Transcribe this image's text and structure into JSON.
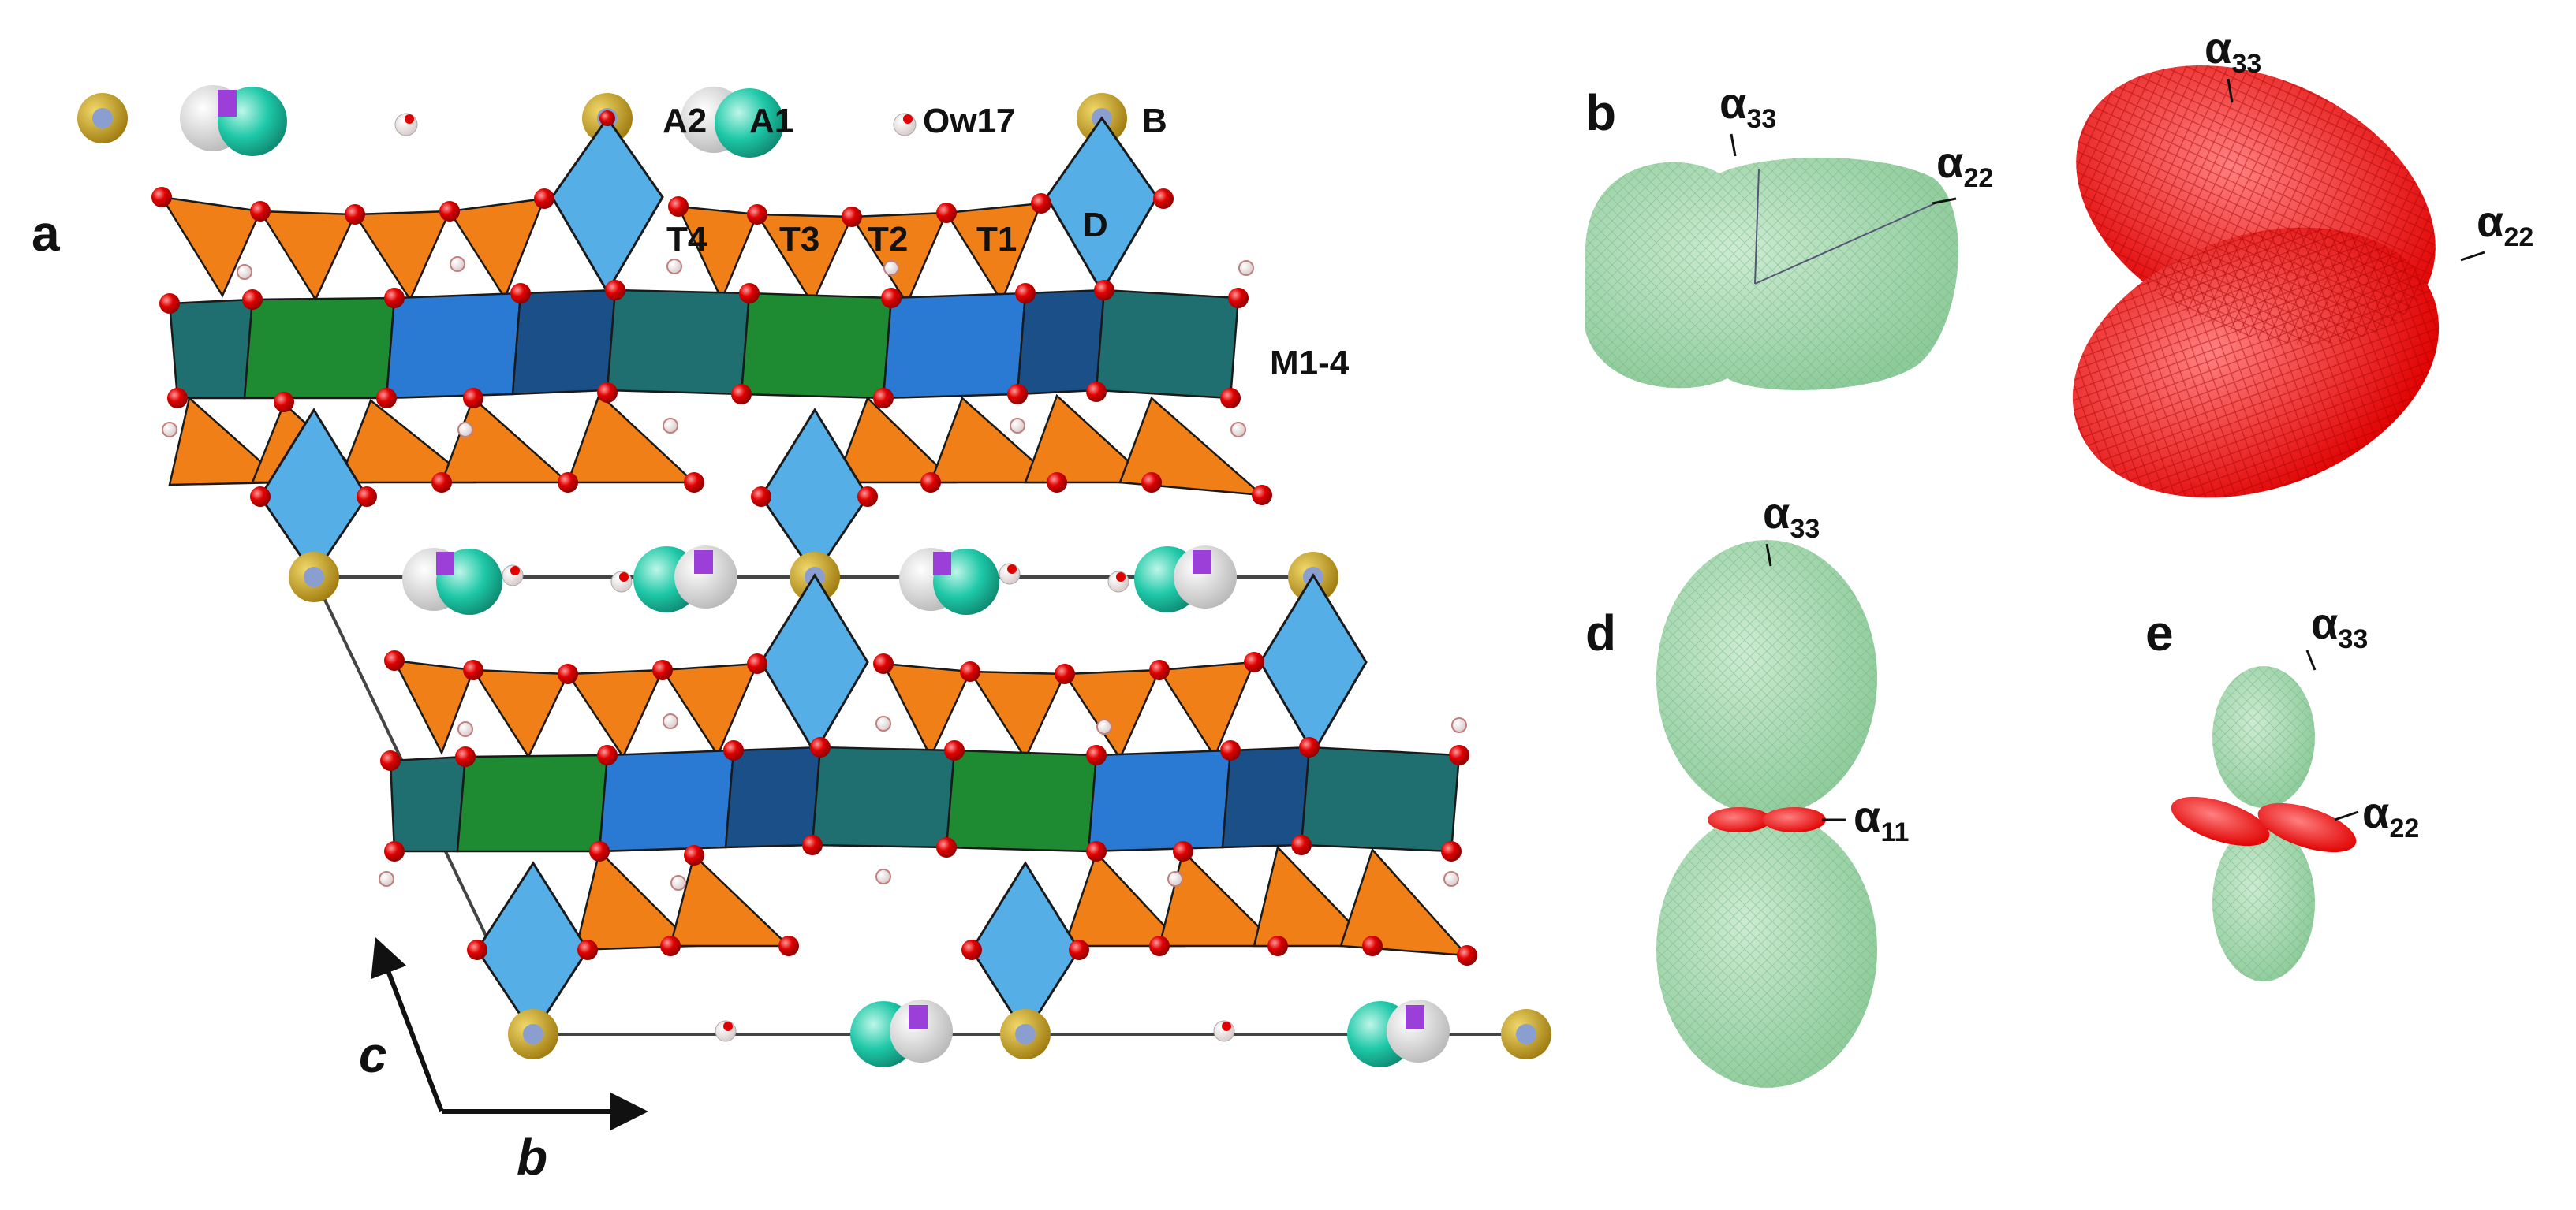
{
  "panel_labels": {
    "a": "a",
    "b": "b",
    "c": "c",
    "d": "d",
    "e": "e"
  },
  "structure_labels": {
    "A2": "A2",
    "A1": "A1",
    "Ow17": "Ow17",
    "B": "B",
    "T4": "T4",
    "T3": "T3",
    "T2": "T2",
    "T1": "T1",
    "D": "D",
    "M1_4": "M1-4"
  },
  "axes": {
    "c": "c",
    "b": "b"
  },
  "alpha": {
    "symbol": "α",
    "s33": "33",
    "s22": "22",
    "s11": "11"
  },
  "colors": {
    "tetrahedra": "#f07f17",
    "octahedra_D": "#55aee6",
    "M_green": "#1e8a32",
    "M_blue": "#2a79d2",
    "M_teal": "#1f6f70",
    "oxygen": "#e00000",
    "B_ring": "#c9a21c",
    "A_cyan": "#1ec8a8",
    "A_purple": "#9b3fd8",
    "tensor_green": "#a9d9b2",
    "tensor_red": "#ff1a1a"
  }
}
